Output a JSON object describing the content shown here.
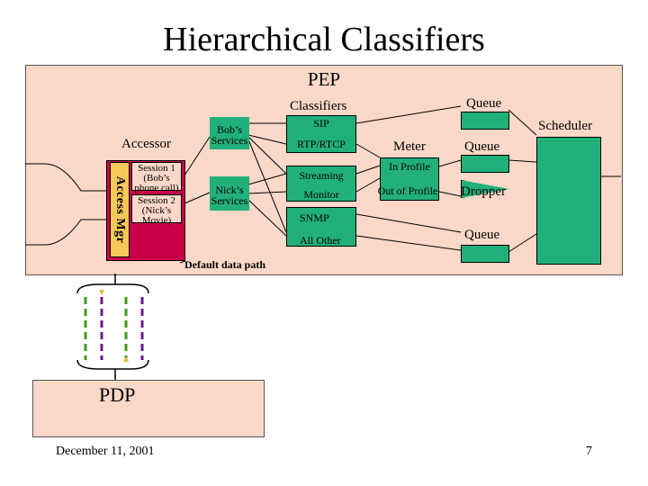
{
  "title": "Hierarchical Classifiers",
  "pep": {
    "label": "PEP",
    "accessor_label": "Accessor",
    "access_mgr_label": "Access Mgr",
    "sessions": [
      "Session 1 (Bob’s phone call)",
      "Session 2 (Nick’s Movie)"
    ],
    "services": [
      "Bob’s Services",
      "Nick’s Services"
    ],
    "classifiers_label": "Classifiers",
    "classifiers": [
      "SIP",
      "RTP/RTCP",
      "Streaming",
      "Monitor",
      "SNMP",
      "All Other"
    ],
    "meter_label": "Meter",
    "meter_outputs": [
      "In Profile",
      "Out of Profile"
    ],
    "queue_labels": [
      "Queue",
      "Queue",
      "Queue"
    ],
    "scheduler_label": "Scheduler",
    "dropper_label": "Dropper",
    "default_path_label": "Default data path"
  },
  "pdp": {
    "label": "PDP"
  },
  "footer": {
    "date": "December 11, 2001",
    "page": "7"
  },
  "colors": {
    "pep_bg": "#fbd8c8",
    "element_green": "#22b07a",
    "accessor_red": "#c8004a",
    "access_mgr_yellow": "#f7c85a"
  }
}
